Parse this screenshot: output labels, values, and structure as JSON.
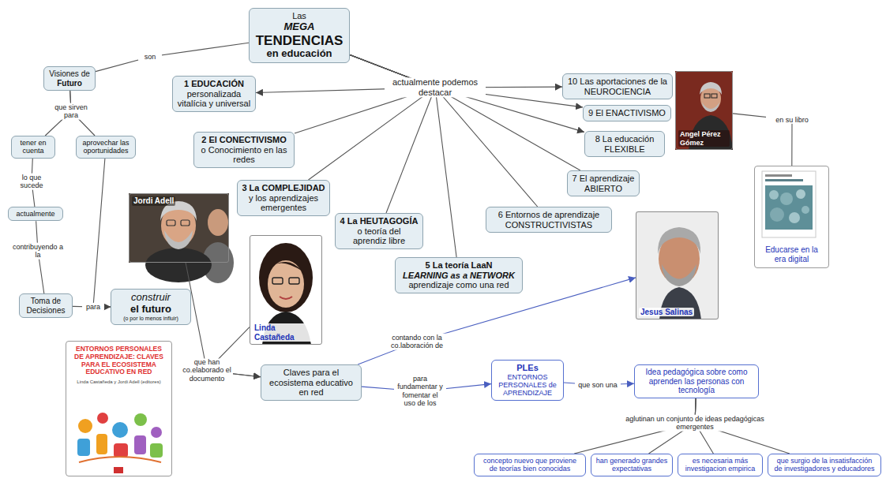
{
  "diagram": {
    "nodes": [
      {
        "text": [
          "Las",
          "MEGA",
          "TENDENCIAS",
          "en educación"
        ]
      },
      {
        "text": [
          "Visiones de",
          "Futuro"
        ]
      },
      {
        "text": [
          "tener en cuenta"
        ]
      },
      {
        "text": [
          "aprovechar las oportunidades"
        ]
      },
      {
        "text": [
          "actualmente"
        ]
      },
      {
        "text": [
          "Toma de Decisiones"
        ]
      },
      {
        "text": [
          "construir",
          "el futuro",
          "(o por lo menos influir)"
        ]
      },
      {
        "text": [
          "1 EDUCACIÓN",
          "personalizada vitalícia y universal"
        ]
      },
      {
        "text": [
          "2 El CONECTIVISMO",
          "o Conocimiento en las redes"
        ]
      },
      {
        "text": [
          "3 La COMPLEJIDAD",
          "y los aprendizajes emergentes"
        ]
      },
      {
        "text": [
          "4 La HEUTAGOGÍA",
          "o teoría del aprendiz libre"
        ]
      },
      {
        "text": [
          "5 La teoría LaaN",
          "LEARNING as a NETWORK",
          "aprendizaje como una red"
        ]
      },
      {
        "text": [
          "6 Entornos de aprendizaje CONSTRUCTIVISTAS"
        ]
      },
      {
        "text": [
          "7 El aprendizaje ABIERTO"
        ]
      },
      {
        "text": [
          "8 La educación FLEXIBLE"
        ]
      },
      {
        "text": [
          "9 El ENACTIVISMO"
        ]
      },
      {
        "text": [
          "10 Las aportaciones de la NEUROCIENCIA"
        ]
      },
      {
        "text": [
          "Angel Pérez Gómez"
        ]
      },
      {
        "text": [
          "Educarse en la era digital"
        ]
      },
      {
        "text": [
          "Jordi Adell"
        ]
      },
      {
        "text": [
          "Linda Castañeda"
        ]
      },
      {
        "text": [
          "Jesus Salinas"
        ]
      },
      {
        "text": [
          "ENTORNOS PERSONALES DE APRENDIZAJE: CLAVES PARA EL ECOSISTEMA EDUCATIVO EN RED",
          "Linda Castañeda y Jordi Adell (editores)"
        ]
      },
      {
        "text": [
          "Claves para el ecosistema educativo en red"
        ]
      },
      {
        "text": [
          "PLEs",
          "ENTORNOS PERSONALES de APRENDIZAJE"
        ]
      },
      {
        "text": [
          "Idea pedagógica sobre como aprenden las personas con tecnología"
        ]
      },
      {
        "text": [
          "concepto nuevo que proviene de teorías bien conocidas"
        ]
      },
      {
        "text": [
          "han generado grandes expectativas"
        ]
      },
      {
        "text": [
          "es necesaria más investigacion empirica"
        ]
      },
      {
        "text": [
          "que surgio de la insatisfacción de investigadores y educadores"
        ]
      }
    ],
    "edges": [
      {
        "from": 0,
        "to": 1,
        "arrow": "none",
        "label": "son"
      },
      {
        "from": 0,
        "to": 7,
        "arrow": "to",
        "label": "actualmente podemos destacar"
      },
      {
        "from": 0,
        "to": 8,
        "arrow": "none"
      },
      {
        "from": 0,
        "to": 9,
        "arrow": "none"
      },
      {
        "from": 0,
        "to": 10,
        "arrow": "none"
      },
      {
        "from": 0,
        "to": 11,
        "arrow": "none"
      },
      {
        "from": 0,
        "to": 12,
        "arrow": "none"
      },
      {
        "from": 0,
        "to": 13,
        "arrow": "none"
      },
      {
        "from": 0,
        "to": 14,
        "arrow": "to"
      },
      {
        "from": 0,
        "to": 15,
        "arrow": "to"
      },
      {
        "from": 0,
        "to": 16,
        "arrow": "to"
      },
      {
        "from": 1,
        "to": 2,
        "arrow": "none",
        "label": "que sirven para"
      },
      {
        "from": 1,
        "to": 3,
        "arrow": "none"
      },
      {
        "from": 2,
        "to": 4,
        "arrow": "none",
        "label": "lo que sucede"
      },
      {
        "from": 4,
        "to": 5,
        "arrow": "none",
        "label": "contribuyendo a la"
      },
      {
        "from": 5,
        "to": 6,
        "arrow": "to",
        "label": "para"
      },
      {
        "from": 3,
        "to": 6,
        "arrow": "to"
      },
      {
        "from": 17,
        "to": 18,
        "arrow": "none",
        "label": "en su libro"
      },
      {
        "from": 19,
        "to": 23,
        "arrow": "to",
        "label": "que han co.elaborado el documento"
      },
      {
        "from": 20,
        "to": 23,
        "arrow": "to"
      },
      {
        "from": 23,
        "to": 21,
        "arrow": "to",
        "label": "contando con la co.laboración de"
      },
      {
        "from": 23,
        "to": 24,
        "arrow": "to",
        "label": "para fundamentar y fomentar el uso de los"
      },
      {
        "from": 24,
        "to": 25,
        "arrow": "to",
        "label": "que son una"
      },
      {
        "from": 25,
        "to": 26,
        "arrow": "none",
        "label": "aglutinan un conjunto de ideas pedagógicas emergentes"
      },
      {
        "from": 25,
        "to": 27,
        "arrow": "none"
      },
      {
        "from": 25,
        "to": 28,
        "arrow": "none"
      },
      {
        "from": 25,
        "to": 29,
        "arrow": "none"
      }
    ]
  }
}
